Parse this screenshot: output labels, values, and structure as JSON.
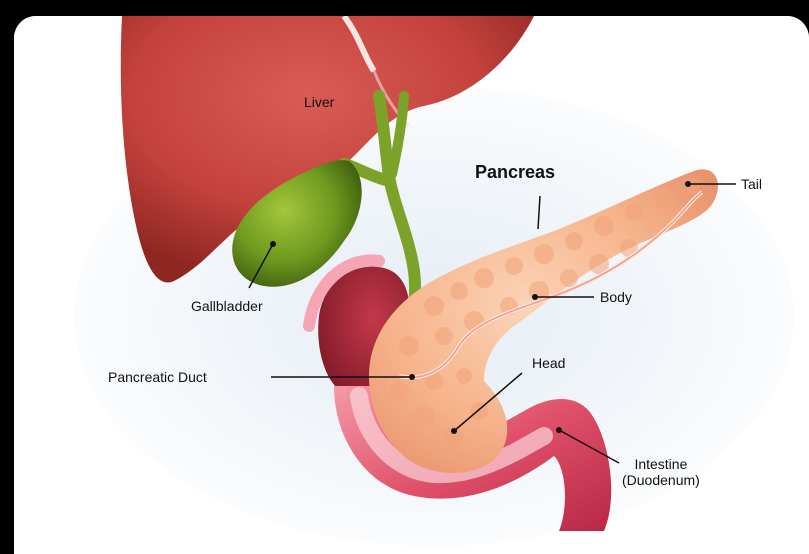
{
  "labels": {
    "liver": "Liver",
    "pancreas": "Pancreas",
    "tail": "Tail",
    "gallbladder": "Gallbladder",
    "body": "Body",
    "head": "Head",
    "pancreatic_duct": "Pancreatic Duct",
    "intestine_line1": "Intestine",
    "intestine_line2": "(Duodenum)"
  },
  "colors": {
    "background": "#ffffff",
    "frame": "#000000",
    "liver": "#c4423c",
    "gallbladder": "#6e9a1e",
    "pancreas": "#f6b48c",
    "intestine": "#e0506a",
    "leader_line": "#111111"
  }
}
